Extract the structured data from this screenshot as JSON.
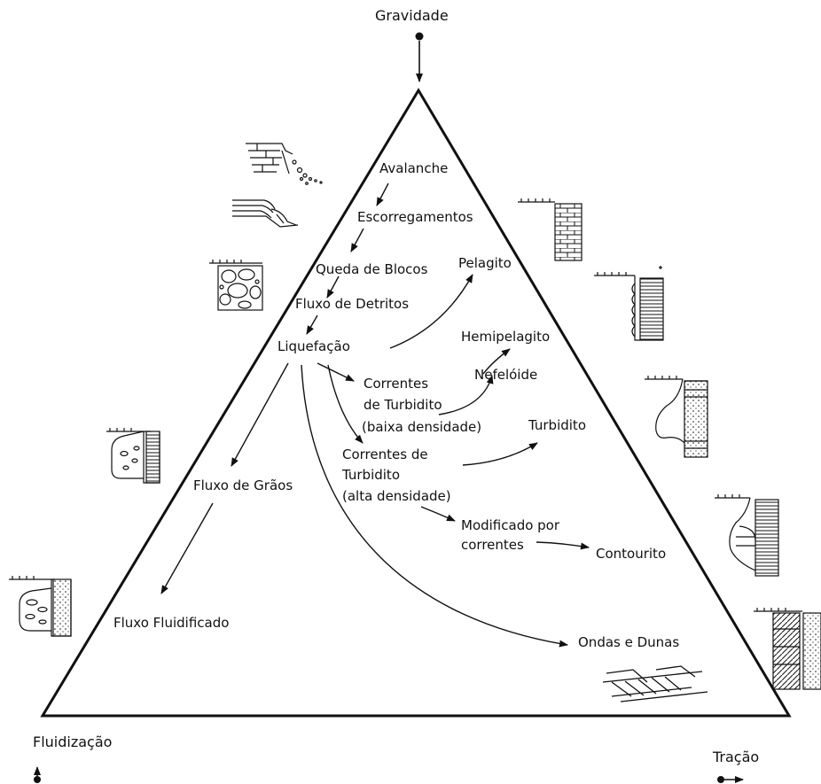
{
  "corners": {
    "top": "Gravidade",
    "left": "Fluidização",
    "right": "Tração"
  },
  "processes": {
    "avalanche": "Avalanche",
    "escorregamentos": "Escorregamentos",
    "queda_blocos": "Queda de Blocos",
    "fluxo_detritos": "Fluxo de Detritos",
    "liquefacao": "Liquefação",
    "correntes_baixa": [
      "Correntes",
      "de Turbidito",
      "(baixa densidade)"
    ],
    "correntes_alta": [
      "Correntes de",
      "Turbidito",
      "(alta densidade)"
    ],
    "fluxo_graos": "Fluxo de Grãos",
    "fluxo_fluidificado": "Fluxo Fluidificado",
    "modificado": [
      "Modificado por",
      "correntes"
    ]
  },
  "deposits": {
    "pelagito": "Pelagito",
    "hemipelagito": "Hemipelagito",
    "nefeloide": "Nefelóide",
    "turbidito": "Turbidito",
    "contourito": "Contourito",
    "ondas_dunas": "Ondas e Dunas"
  }
}
